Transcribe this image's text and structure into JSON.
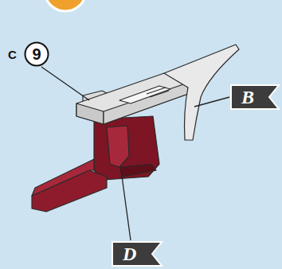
{
  "diagram": {
    "nodes": [
      {
        "text": [
          "9"
        ]
      },
      {
        "text": [
          "B"
        ]
      },
      {
        "text": [
          "D"
        ]
      }
    ],
    "labels": [
      "C"
    ]
  }
}
